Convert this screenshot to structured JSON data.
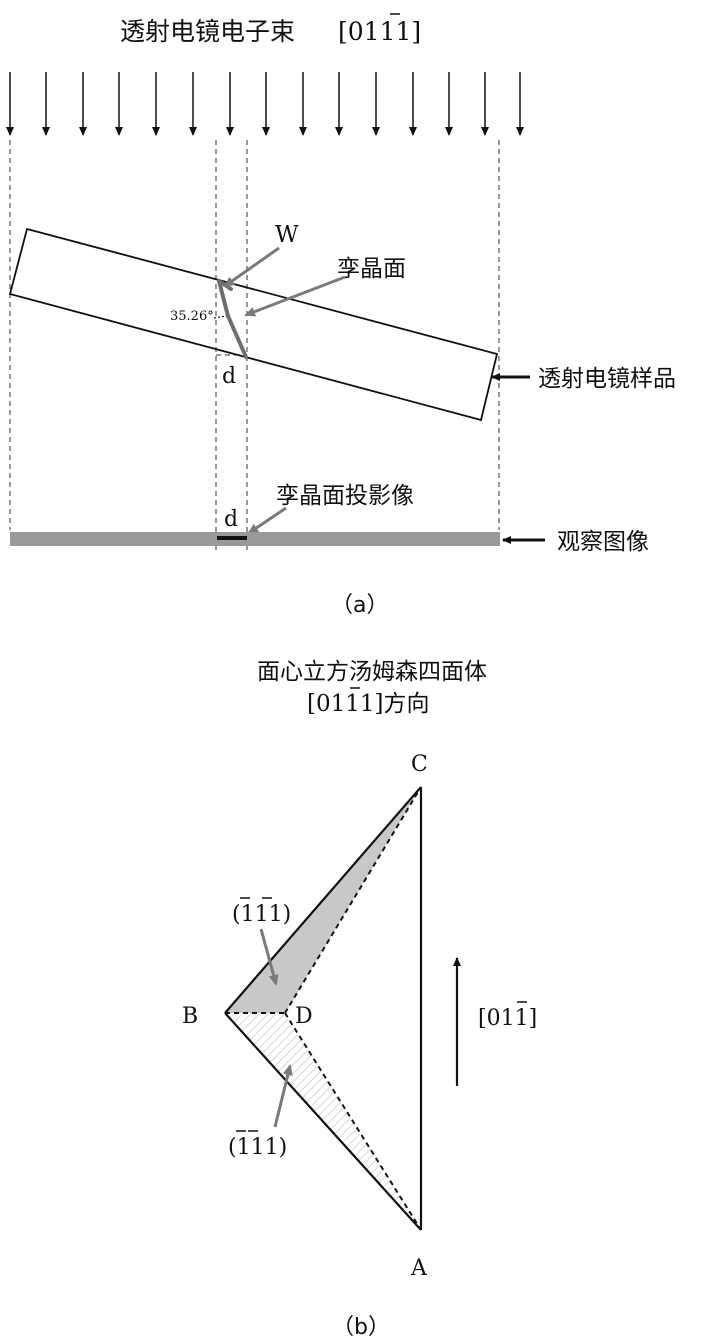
{
  "panel_a": {
    "beam_label": "透射电镜电子束",
    "beam_direction": {
      "text": "[011",
      "overbar_index": "1",
      "close": "]"
    },
    "angle_label": "35.26°",
    "w_label": "W",
    "twin_plane_label": "孪晶面",
    "sample_label": "透射电镜样品",
    "d_label_top": "d",
    "projection_label": "孪晶面投影像",
    "d_label_bottom": "d",
    "image_label": "观察图像",
    "caption": "（a）"
  },
  "panel_b": {
    "title_line1": "面心立方汤姆森四面体",
    "title_line2_index": "[011",
    "title_line2_bar": "1",
    "title_line2_rest": "]方向",
    "vertex_c": "C",
    "vertex_b": "B",
    "vertex_d": "D",
    "vertex_a": "A",
    "plane_upper": {
      "open": "(",
      "i1": "1",
      "i2": "1",
      "i3": "1",
      "close": ")"
    },
    "plane_lower": {
      "open": "(",
      "i1": "1",
      "i2": "1",
      "i3": "1",
      "close": ")"
    },
    "direction_label": {
      "text": "[01",
      "bar": "1",
      "close": "]"
    },
    "caption": "（b）"
  },
  "colors": {
    "line": "#111111",
    "arrow_gray": "#7a7a7a",
    "fill_gray": "#c8c8c8",
    "image_bar": "#999999"
  }
}
